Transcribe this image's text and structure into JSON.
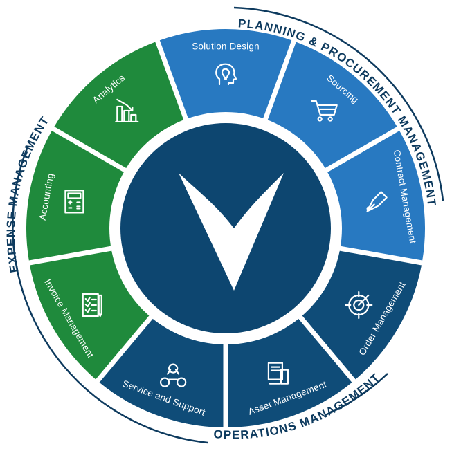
{
  "categories": {
    "planning": "PLANNING & PROCUREMENT MANAGEMENT",
    "expense": "EXPENSE MANAGEMENT",
    "operations": "OPERATIONS MANAGEMENT"
  },
  "segments": [
    {
      "key": "solution-design",
      "label": "Solution Design",
      "icon": "lightbulb-head-icon",
      "color": "#2879c1"
    },
    {
      "key": "sourcing",
      "label": "Sourcing",
      "icon": "shopping-cart-icon",
      "color": "#2879c1"
    },
    {
      "key": "contract-management",
      "label": "Contract Management",
      "icon": "pen-nib-icon",
      "color": "#2879c1"
    },
    {
      "key": "order-management",
      "label": "Order Management",
      "icon": "target-icon",
      "color": "#0f4c78"
    },
    {
      "key": "asset-management",
      "label": "Asset Management",
      "icon": "devices-icon",
      "color": "#0f4c78"
    },
    {
      "key": "service-and-support",
      "label": "Service and Support",
      "icon": "people-network-icon",
      "color": "#0f4c78"
    },
    {
      "key": "invoice-management",
      "label": "Invoice Management",
      "icon": "invoice-pen-icon",
      "color": "#1f8a3c"
    },
    {
      "key": "accounting",
      "label": "Accounting",
      "icon": "calculator-icon",
      "color": "#1f8a3c"
    },
    {
      "key": "analytics",
      "label": "Analytics",
      "icon": "bar-chart-down-icon",
      "color": "#1f8a3c"
    }
  ],
  "colors": {
    "blue": "#2879c1",
    "navy": "#0f4c78",
    "green": "#1f8a3c",
    "center": "#0d4670",
    "ring": "#0d3a5e"
  }
}
